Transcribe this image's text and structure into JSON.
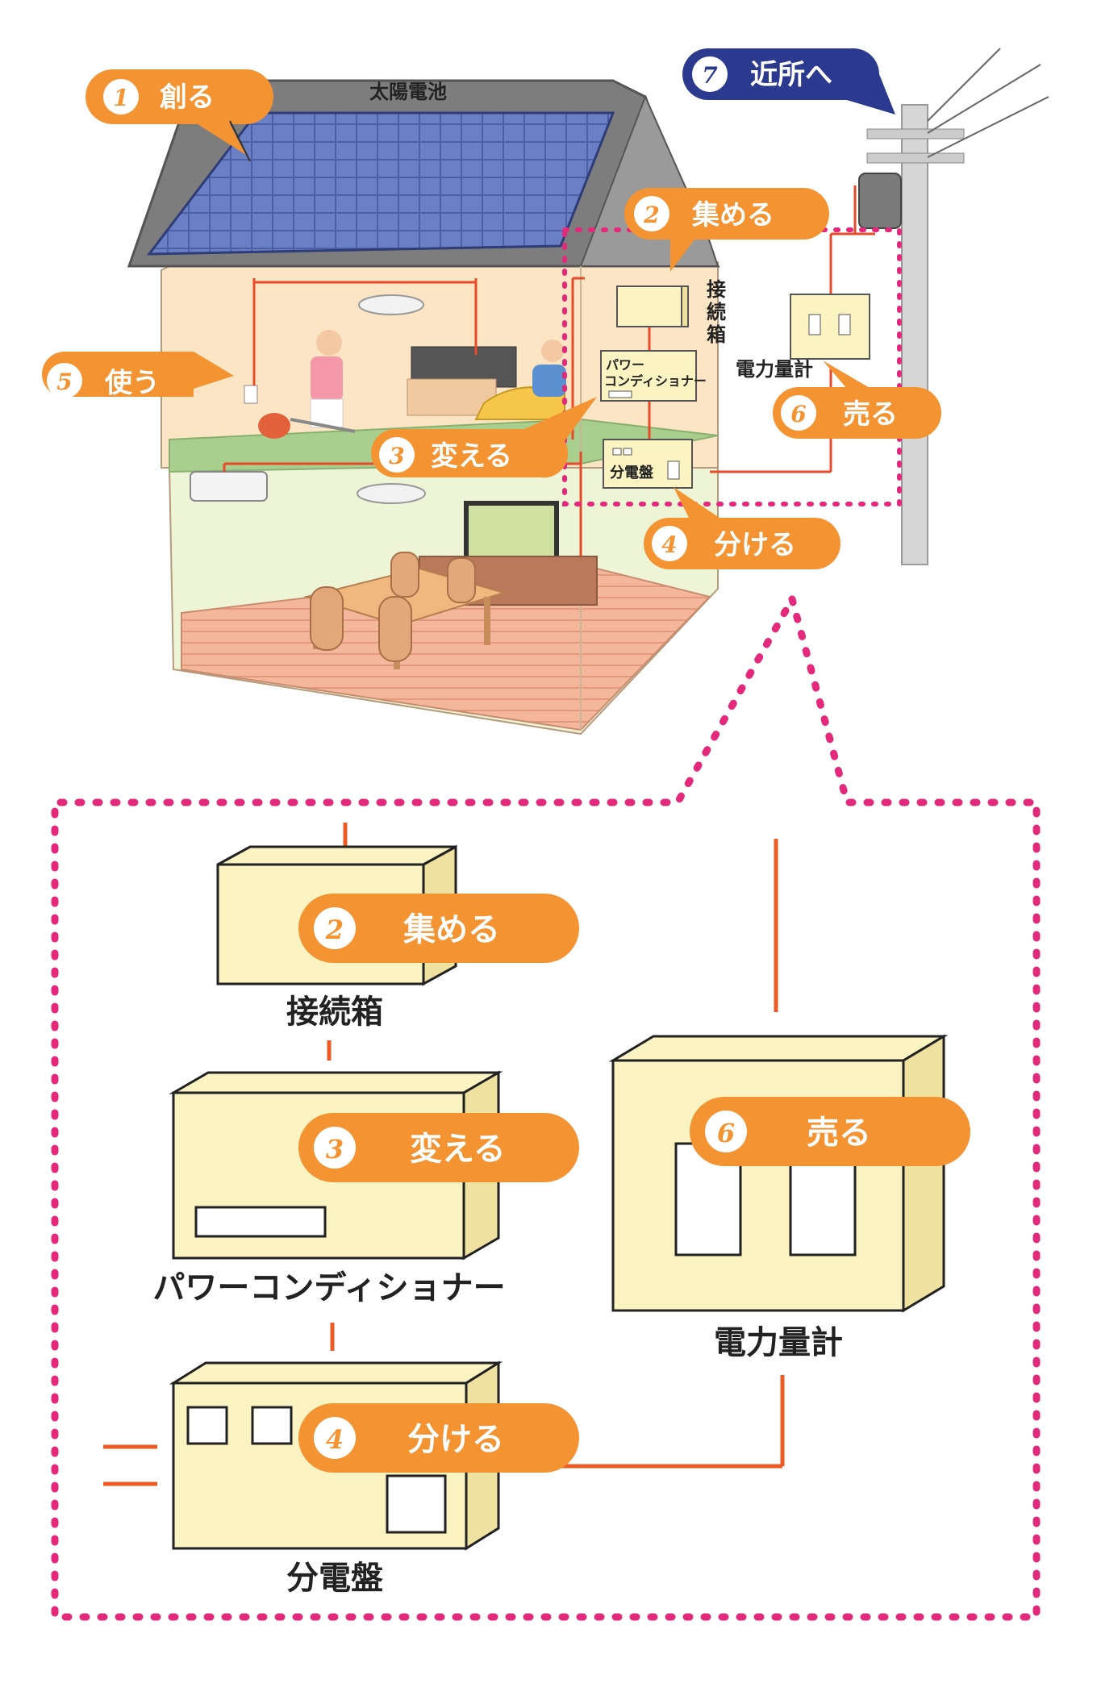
{
  "house": {
    "solar_label": "太陽電池",
    "junction_label": "接続箱",
    "power_conditioner_label_1": "パワー",
    "power_conditioner_label_2": "コンディショナー",
    "distribution_label": "分電盤",
    "meter_label": "電力量計"
  },
  "steps": [
    {
      "num": "1",
      "label": "創る"
    },
    {
      "num": "2",
      "label": "集める"
    },
    {
      "num": "3",
      "label": "変える"
    },
    {
      "num": "4",
      "label": "分ける"
    },
    {
      "num": "5",
      "label": "使う"
    },
    {
      "num": "6",
      "label": "売る"
    },
    {
      "num": "7",
      "label": "近所へ"
    }
  ],
  "detail": {
    "junction_box": "接続箱",
    "power_conditioner": "パワーコンディショナー",
    "distribution_board": "分電盤",
    "meter": "電力量計"
  },
  "colors": {
    "orange": "#f39332",
    "navy": "#2b3a8f",
    "magenta": "#e4297c",
    "wire": "#ee5a24",
    "box_fill": "#fbf3c2",
    "box_side": "#efe1a0"
  }
}
